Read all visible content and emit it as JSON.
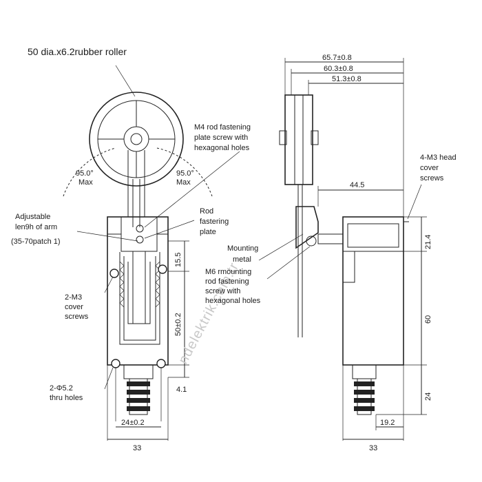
{
  "labels": {
    "roller": "50 dia.x6.2rubber roller",
    "m4_line1": "M4 rod fastening",
    "m4_line2": "plate screw with",
    "m4_line3": "hexagonal holes",
    "angle_left": "95.0°",
    "angle_left_max": "Max",
    "angle_right": "95.0°",
    "angle_right_max": "Max",
    "adj_line1": "Adjustable",
    "adj_line2": "len9h of arm",
    "adj_line3": "(35-70patch 1)",
    "rod_line1": "Rod",
    "rod_line2": "fastering",
    "rod_line3": "plate",
    "cover_line1": "2-M3",
    "cover_line2": "cover",
    "cover_line3": "screws",
    "thru_line1": "2-Φ5.2",
    "thru_line2": "thru holes",
    "mounting_line1": "Mounting",
    "mounting_line2": "metal",
    "m6_line1": "M6 rmounting",
    "m6_line2": "rod fastening",
    "m6_line3": "screw with",
    "m6_line4": "hexagonal holes",
    "head_line1": "4-M3 head",
    "head_line2": "cover",
    "head_line3": "screws"
  },
  "dimensions": {
    "d_65_7": "65.7±0.8",
    "d_60_3": "60.3±0.8",
    "d_51_3": "51.3±0.8",
    "d_44_5": "44.5",
    "d_21_4": "21.4",
    "d_60": "60",
    "d_24": "24",
    "d_19_2": "19.2",
    "d_33_right": "33",
    "d_15_5": "15.5",
    "d_50": "50±0.2",
    "d_4_1": "4.1",
    "d_24_front": "24±0.2",
    "d_33_front": "33"
  },
  "watermark": "ndelektrik.com.tr"
}
